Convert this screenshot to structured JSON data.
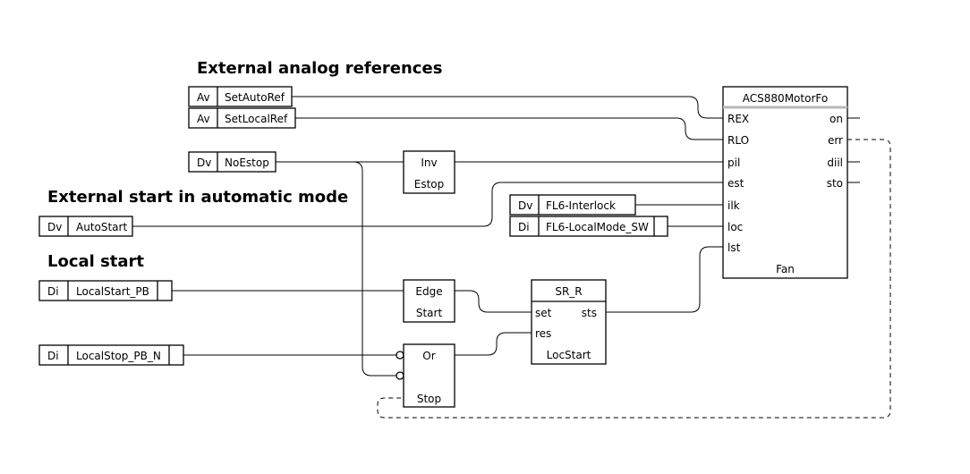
{
  "headings": {
    "analog": "External analog references",
    "auto": "External start in automatic mode",
    "local": "Local start"
  },
  "signals": {
    "setautoref": {
      "type": "Av",
      "name": "SetAutoRef"
    },
    "setlocalref": {
      "type": "Av",
      "name": "SetLocalRef"
    },
    "noestop": {
      "type": "Dv",
      "name": "NoEstop"
    },
    "autostart": {
      "type": "Dv",
      "name": "AutoStart"
    },
    "interlock": {
      "type": "Dv",
      "name": "FL6-Interlock"
    },
    "localmode": {
      "type": "Di",
      "name": "FL6-LocalMode_SW"
    },
    "localstart": {
      "type": "Di",
      "name": "LocalStart_PB"
    },
    "localstop": {
      "type": "Di",
      "name": "LocalStop_PB_N"
    }
  },
  "blocks": {
    "inv": {
      "type": "Inv",
      "name": "Estop"
    },
    "edge": {
      "type": "Edge",
      "name": "Start"
    },
    "or": {
      "type": "Or",
      "name": "Stop"
    },
    "srr": {
      "type": "SR_R",
      "name": "LocStart",
      "inputs": [
        "set",
        "res"
      ],
      "outputs": [
        "sts"
      ]
    },
    "motor": {
      "type": "ACS880MotorFo",
      "name": "Fan",
      "inputs": [
        "REX",
        "RLO",
        "pil",
        "est",
        "ilk",
        "loc",
        "lst"
      ],
      "outputs": [
        "on",
        "err",
        "diil",
        "sto"
      ]
    }
  }
}
